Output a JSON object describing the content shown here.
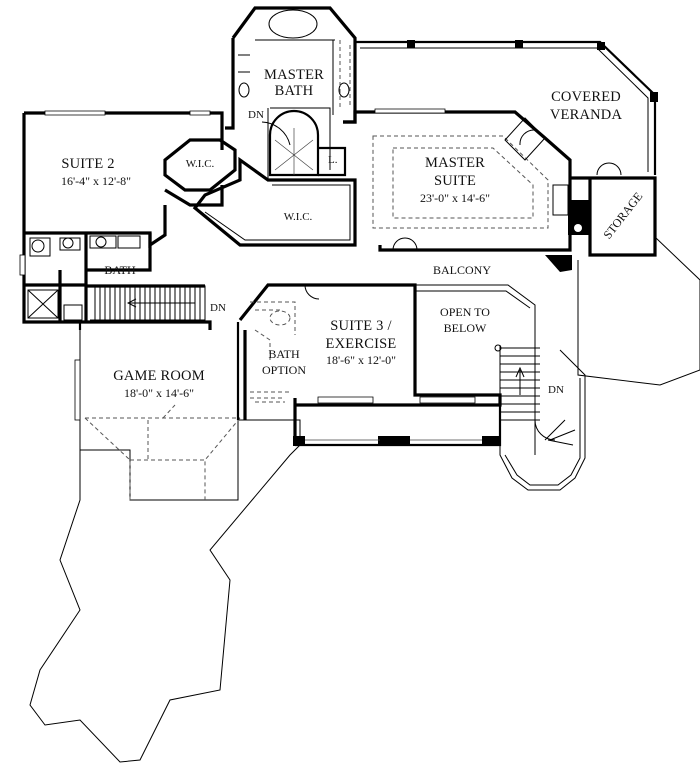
{
  "rooms": {
    "suite2": {
      "name": "SUITE 2",
      "dims": "16'-4\" x 12'-8\""
    },
    "wic_left": {
      "name": "W.I.C."
    },
    "master_bath": {
      "line1": "MASTER",
      "line2": "BATH"
    },
    "dn_bath": "DN",
    "linen": "L.",
    "wic_center": {
      "name": "W.I.C."
    },
    "covered_veranda": {
      "line1": "COVERED",
      "line2": "VERANDA"
    },
    "master_suite": {
      "line1": "MASTER",
      "line2": "SUITE",
      "dims": "23'-0\" x 14'-6\""
    },
    "storage": {
      "name": "STORAGE"
    },
    "balcony": {
      "name": "BALCONY"
    },
    "bath": {
      "name": "BATH"
    },
    "dn_stair": "DN",
    "suite3": {
      "line1": "SUITE 3 /",
      "line2": "EXERCISE",
      "dims": "18'-6\" x 12'-0\""
    },
    "open_to_below": {
      "line1": "OPEN TO",
      "line2": "BELOW"
    },
    "bath_option": {
      "line1": "BATH",
      "line2": "OPTION"
    },
    "game_room": {
      "name": "GAME ROOM",
      "dims": "18'-0\" x 14'-6\""
    },
    "dn_spiral": "DN"
  }
}
